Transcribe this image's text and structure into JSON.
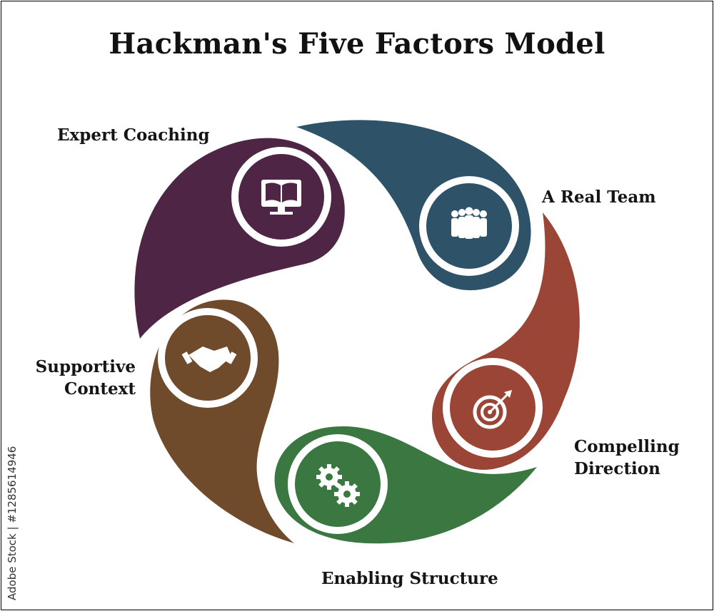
{
  "title": "Hackman's Five Factors Model",
  "factors": [
    {
      "id": "expert-coaching",
      "label_lines": [
        "Expert Coaching"
      ],
      "color": "#4f2545",
      "icon": "monitor-book-icon"
    },
    {
      "id": "a-real-team",
      "label_lines": [
        "A Real Team"
      ],
      "color": "#2e5369",
      "icon": "team-people-icon"
    },
    {
      "id": "compelling-direction",
      "label_lines": [
        "Compelling",
        "Direction"
      ],
      "color": "#9a4535",
      "icon": "target-arrow-icon"
    },
    {
      "id": "enabling-structure",
      "label_lines": [
        "Enabling Structure"
      ],
      "color": "#3a7741",
      "icon": "gears-icon"
    },
    {
      "id": "supportive-context",
      "label_lines": [
        "Supportive",
        "Context"
      ],
      "color": "#6f4a2b",
      "icon": "handshake-icon"
    }
  ],
  "watermark": "Adobe Stock | #1285614946"
}
